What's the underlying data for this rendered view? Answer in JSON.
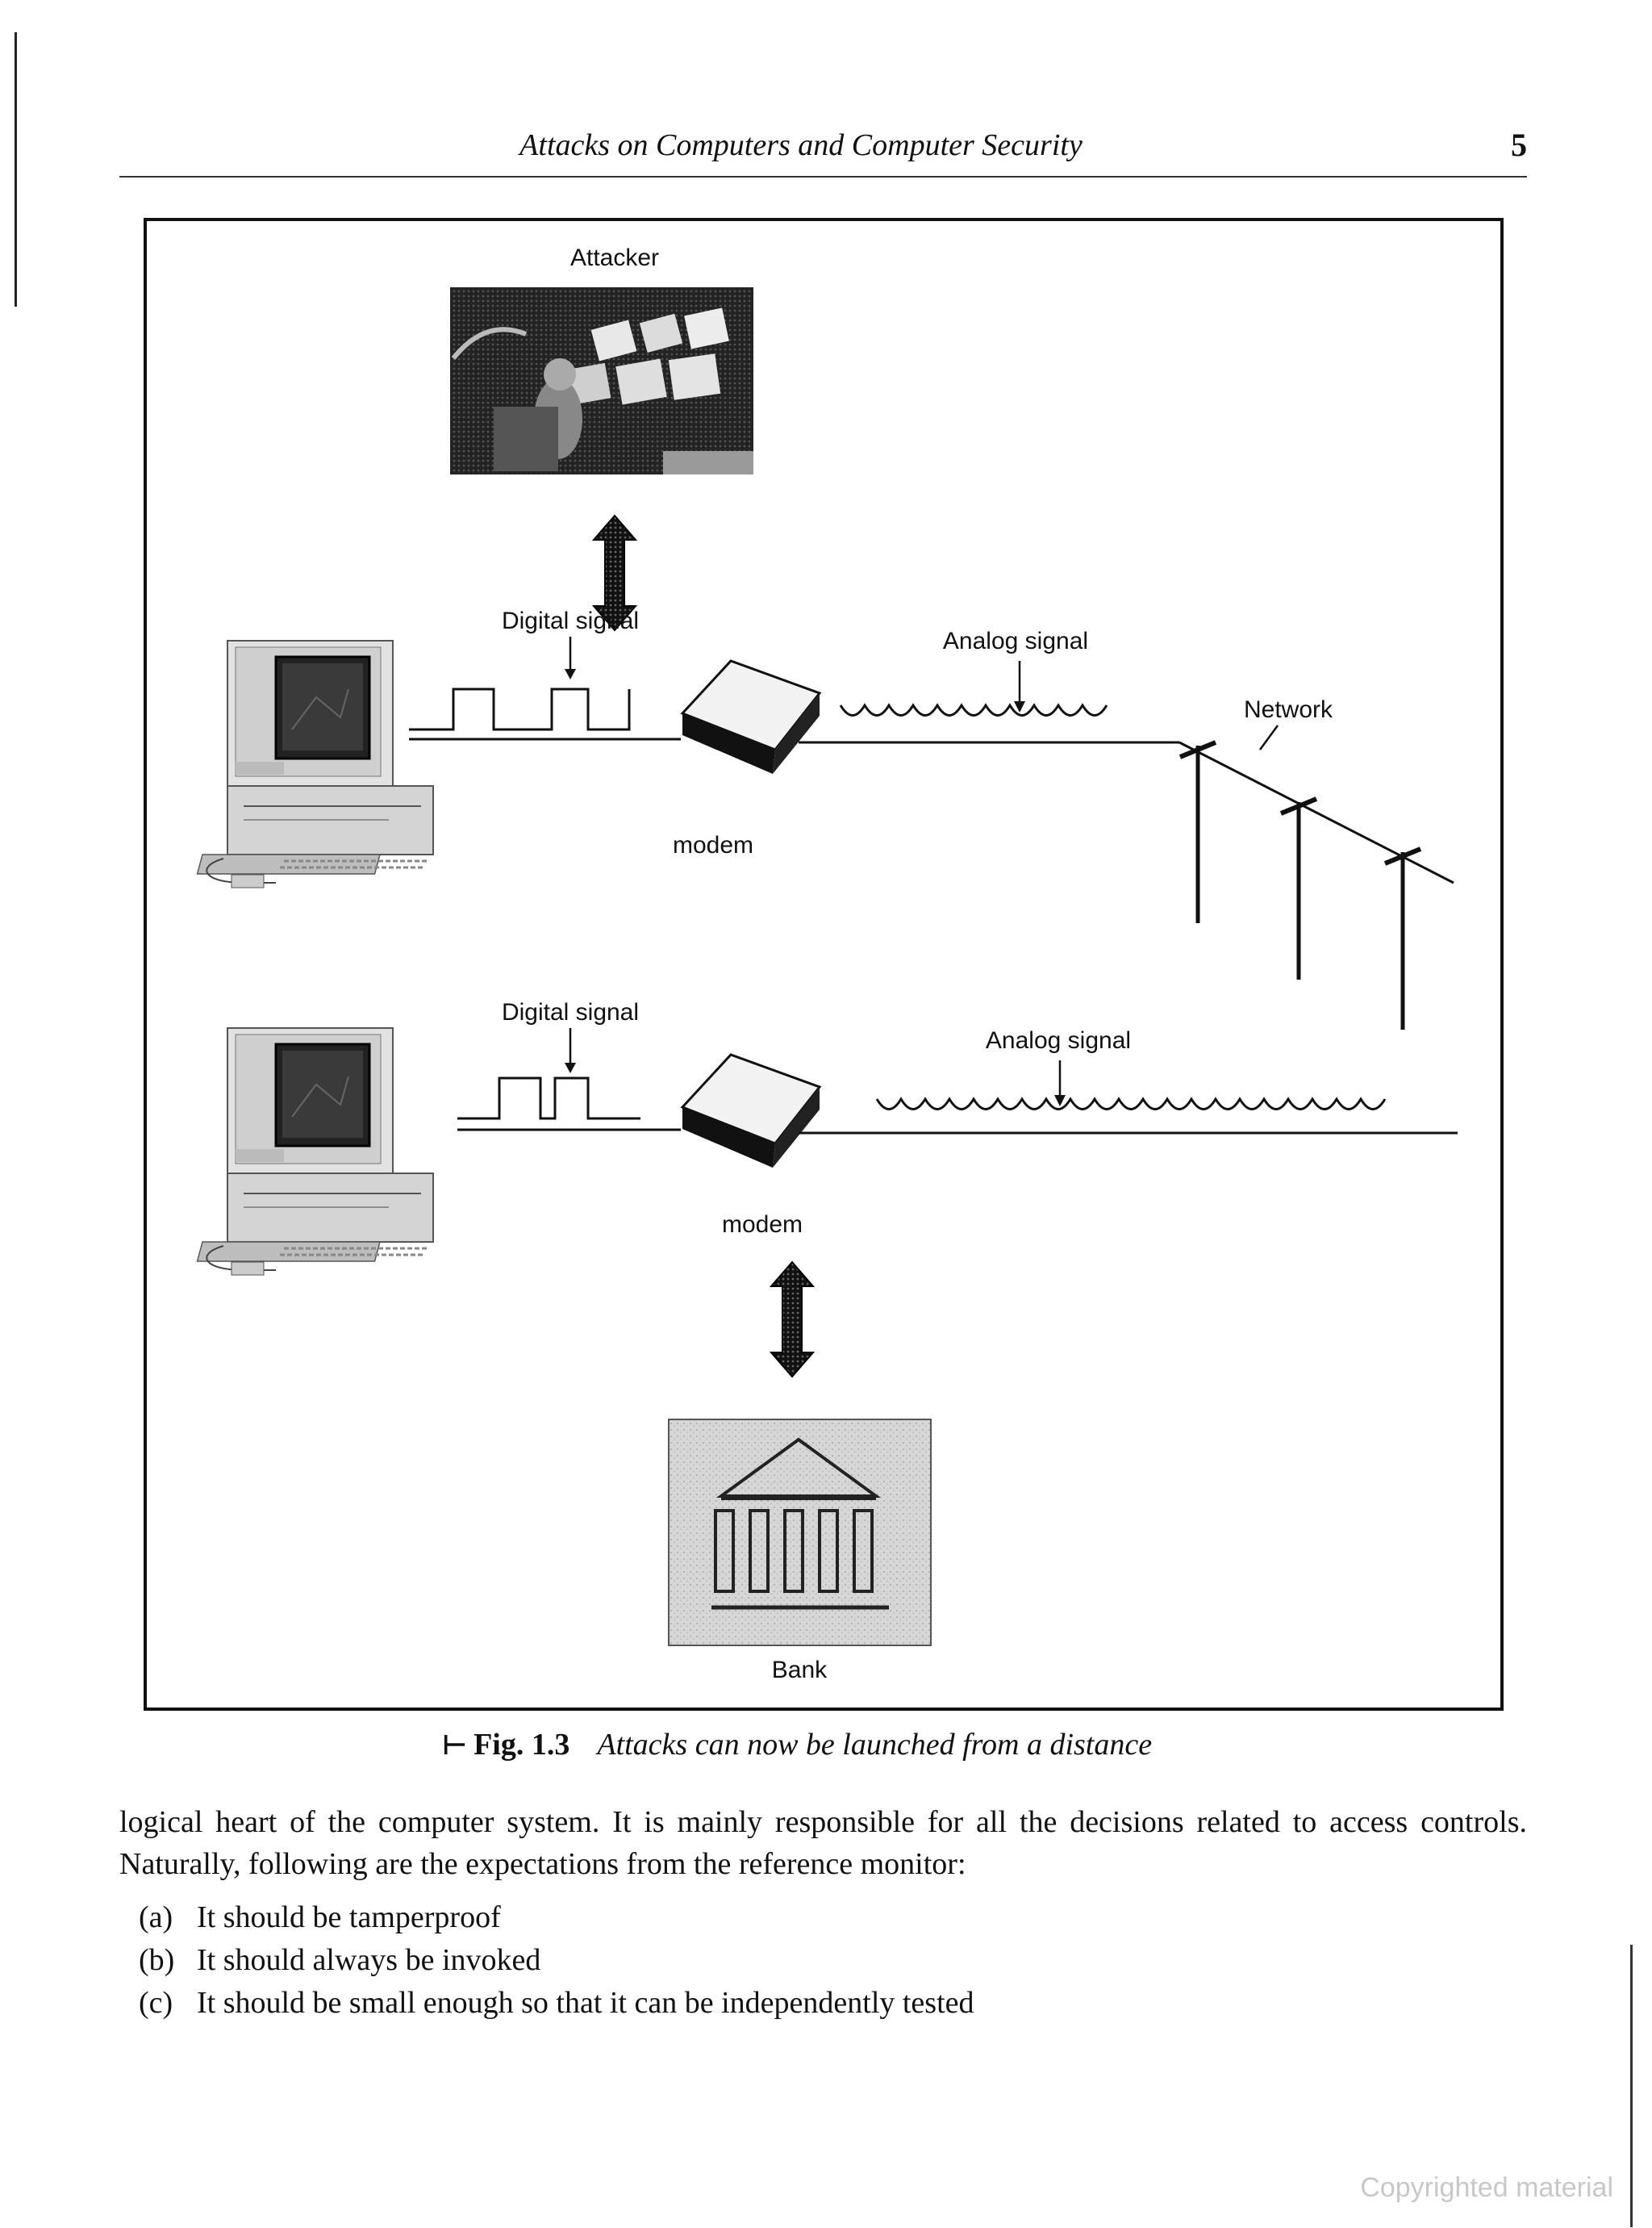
{
  "header": {
    "running_title": "Attacks on Computers and Computer Security",
    "page_number": "5"
  },
  "figure": {
    "labels": {
      "attacker": "Attacker",
      "digital_signal_top": "Digital signal",
      "analog_signal_top": "Analog signal",
      "network": "Network",
      "modem_top": "modem",
      "digital_signal_bottom": "Digital signal",
      "analog_signal_bottom": "Analog signal",
      "modem_bottom": "modem",
      "bank": "Bank"
    },
    "icons": [
      "attacker-photo",
      "computer-icon",
      "modem-icon",
      "utility-pole-icon",
      "bank-building-icon",
      "double-arrow-icon"
    ],
    "caption": {
      "mark": "⊢",
      "label": "Fig. 1.3",
      "text": "Attacks can now be launched from a distance"
    }
  },
  "body": {
    "paragraph": "logical heart of the computer system. It is mainly responsible for all the decisions related to access controls. Naturally, following are the expectations from the reference monitor:",
    "list": [
      {
        "marker": "(a)",
        "text": "It should be tamperproof"
      },
      {
        "marker": "(b)",
        "text": "It should always be invoked"
      },
      {
        "marker": "(c)",
        "text": "It should be small enough so that it can be independently tested"
      }
    ]
  },
  "watermark": "Copyrighted material"
}
